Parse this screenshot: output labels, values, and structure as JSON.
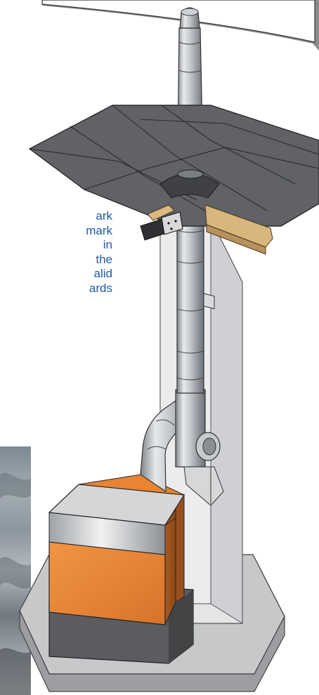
{
  "caption": {
    "lines": [
      "ark",
      "mark",
      "in",
      "the",
      "alid",
      "ards"
    ]
  },
  "colors": {
    "caption_text": "#1f5aa6",
    "roof_shingle": "#5f6164",
    "roof_edge": "#2a2b2d",
    "rafter_wood": "#d9b77c",
    "chase_wall": "#e3e4e6",
    "chimney_metal": "#b8bcc0",
    "appliance_orange": "#ef8a3a",
    "appliance_top": "#d7d9db",
    "base_pad": "#bfc1c3",
    "dark_plinth": "#5a5c5f"
  }
}
